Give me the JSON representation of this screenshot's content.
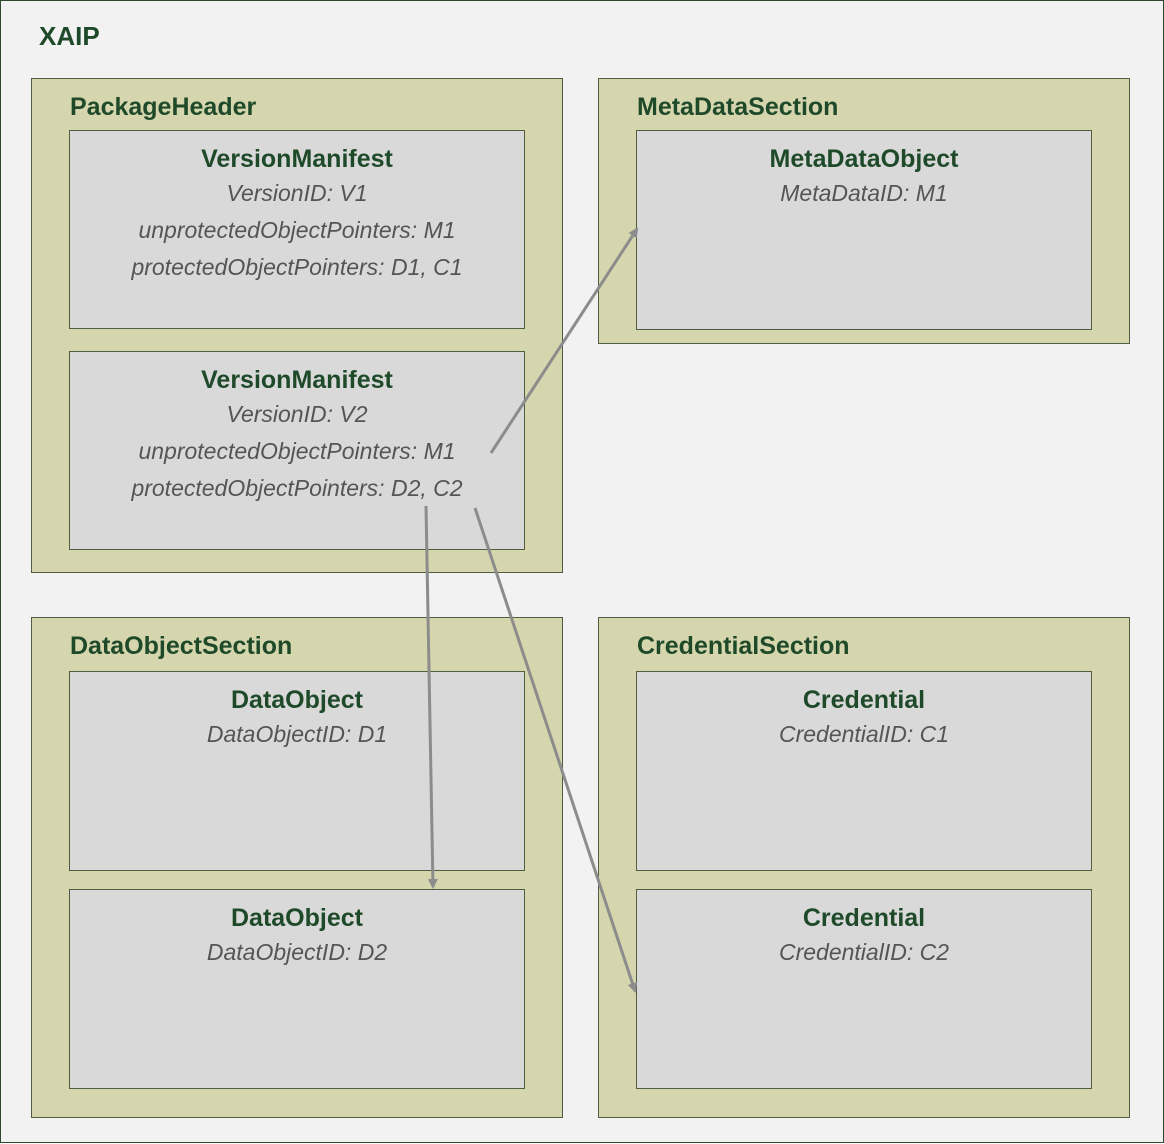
{
  "title": "XAIP",
  "package_header": {
    "title": "PackageHeader",
    "manifests": [
      {
        "title": "VersionManifest",
        "version": "VersionID: V1",
        "unprotected": "unprotectedObjectPointers: M1",
        "protected": "protectedObjectPointers: D1, C1"
      },
      {
        "title": "VersionManifest",
        "version": "VersionID: V2",
        "unprotected": "unprotectedObjectPointers: M1",
        "protected": "protectedObjectPointers: D2, C2"
      }
    ]
  },
  "metadata_section": {
    "title": "MetaDataSection",
    "object": {
      "title": "MetaDataObject",
      "id": "MetaDataID: M1"
    }
  },
  "dataobject_section": {
    "title": "DataObjectSection",
    "objects": [
      {
        "title": "DataObject",
        "id": "DataObjectID: D1"
      },
      {
        "title": "DataObject",
        "id": "DataObjectID: D2"
      }
    ]
  },
  "credential_section": {
    "title": "CredentialSection",
    "objects": [
      {
        "title": "Credential",
        "id": "CredentialID: C1"
      },
      {
        "title": "Credential",
        "id": "CredentialID: C2"
      }
    ]
  },
  "colors": {
    "section_fill": "#d6d6ae",
    "box_fill": "#d9d9d9",
    "title_text": "#1f4a2a",
    "arrow": "#8c8c8c"
  }
}
